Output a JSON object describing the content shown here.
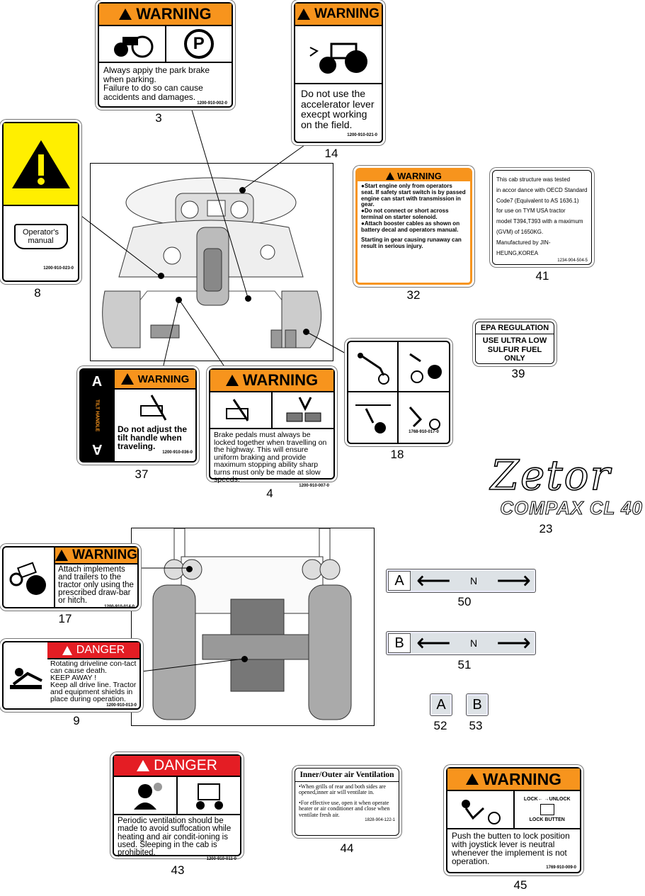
{
  "labels": {
    "d3": {
      "number": "3",
      "header": "WARNING",
      "text": "Always appiy the park  brake when parking.\nFailure to do so can cause accidents and damages.",
      "code": "1200-910-002-0"
    },
    "d14": {
      "number": "14",
      "header": "WARNING",
      "text": "Do not use the accelerator lever execpt working on the field.",
      "code": "1200-910-021-0"
    },
    "d8": {
      "number": "8",
      "book": "Operator's manual",
      "code": "1200-910-023-0"
    },
    "d32": {
      "number": "32",
      "header": "WARNING",
      "lines": [
        "●Start engine only from operators seat. If safety start switch is by passed engine can start with transmission in gear.",
        "●Do not connect or short across terminal on starter solenoid.",
        "●Attach booster cables as shown on battery decal and operators manual."
      ],
      "footer": "Starting in gear causing runaway can result in serious injury."
    },
    "d41": {
      "number": "41",
      "lines": [
        "This cab structure was tested",
        "in accor dance with OECD Standard",
        "Code7  (Equivalent to AS 1636.1)",
        "for use on TYM USA tractor",
        "model T394,T393 with a maximum",
        "(GVM) of 1650KG.",
        "Manufactured by JIN-HEUNG,KOREA"
      ],
      "code": "1234-904-504-5"
    },
    "d39": {
      "number": "39",
      "title": "EPA REGULATION",
      "text": "USE ULTRA LOW SULFUR FUEL ONLY"
    },
    "d37": {
      "number": "37",
      "header": "WARNING",
      "text": "Do not adjust the tilt handle when traveling.",
      "code": "1200-910-036-0",
      "side": "TILT HANDLE"
    },
    "d4": {
      "number": "4",
      "header": "WARNING",
      "text": "Brake pedals must always be locked together when travelling on the highway. This will ensure uniform braking and provide maximum stopping ability sharp turns must only be made at slow speeds.",
      "code": "1200-910-007-0"
    },
    "d18": {
      "number": "18",
      "code": "1768-910-017-0"
    },
    "d23": {
      "number": "23",
      "brand": "Zetor",
      "model": "COMPAX CL 40"
    },
    "d17": {
      "number": "17",
      "header": "WARNING",
      "text": "Attach implements and trailers to the tractor only using the prescribed draw-bar or hitch.",
      "code": "1200-910-014-0"
    },
    "d9": {
      "number": "9",
      "header": "DANGER",
      "text": "Rotating driveline con-tact can cause death.\n          KEEP AWAY !\nKeep all drive line. Tractor and equipment shields in place during operation.",
      "code": "1200-910-013-0"
    },
    "d50": {
      "number": "50",
      "letter": "A",
      "mid": "N"
    },
    "d51": {
      "number": "51",
      "letter": "B",
      "mid": "N"
    },
    "d52": {
      "number": "52",
      "letter": "A"
    },
    "d53": {
      "number": "53",
      "letter": "B"
    },
    "d43": {
      "number": "43",
      "header": "DANGER",
      "text": "Periodic ventilation should be made to avoid suffocation while heating and air condit-ioning is used. Sleeping in the cab is prohibited.",
      "code": "1200-910-011-0"
    },
    "d44": {
      "number": "44",
      "title": "Inner/Outer air Ventilation",
      "lines": [
        "•When grills  of rear and both sides are opened,inner air will ventilate in.",
        "•For effective use, open it when operate heater or air conditioner and close when ventilate fresh air."
      ],
      "code": "1828-904-122-1"
    },
    "d45": {
      "number": "45",
      "header": "WARNING",
      "lock": "LOCK← →UNLOCK",
      "button": "LOCK BUTTEN",
      "text": "Push the butten to lock position with joystick lever is neutral whenever the implement is not operation.",
      "code": "1769-910-009-0"
    }
  },
  "colors": {
    "warning": "#f7941d",
    "danger": "#e41d24",
    "yellow": "#ffef00",
    "marker": "#dde2e6"
  }
}
